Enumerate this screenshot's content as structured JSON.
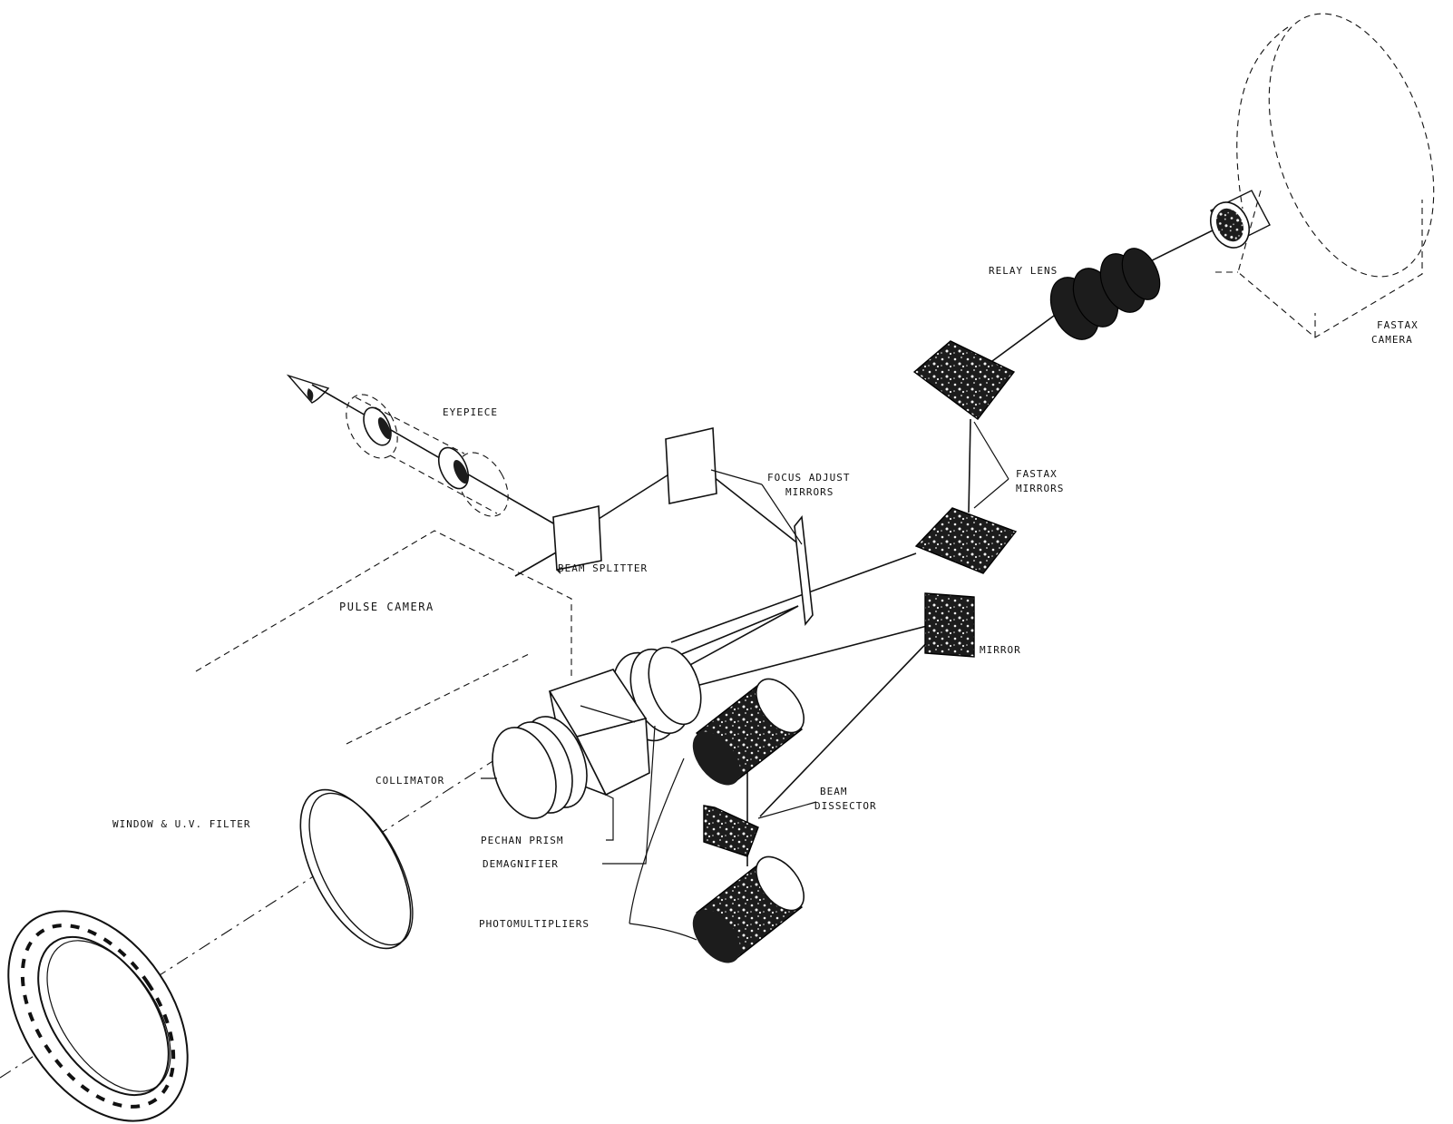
{
  "labels": {
    "eyepiece": "EYEPIECE",
    "focus_adjust_mirrors_1": "FOCUS ADJUST",
    "focus_adjust_mirrors_2": "MIRRORS",
    "beam_splitter": "BEAM SPLITTER",
    "pulse_camera": "PULSE   CAMERA",
    "relay_lens": "RELAY LENS",
    "fastax_camera_1": "FASTAX",
    "fastax_camera_2": "CAMERA",
    "fastax_mirrors_1": "FASTAX",
    "fastax_mirrors_2": "MIRRORS",
    "mirror": "MIRROR",
    "collimator": "COLLIMATOR",
    "window_uv_filter": "WINDOW & U.V. FILTER",
    "pechan_prism": "PECHAN PRISM",
    "demagnifier": "DEMAGNIFIER",
    "beam_dissector_1": "BEAM",
    "beam_dissector_2": "DISSECTOR",
    "photomultipliers": "PHOTOMULTIPLIERS"
  }
}
